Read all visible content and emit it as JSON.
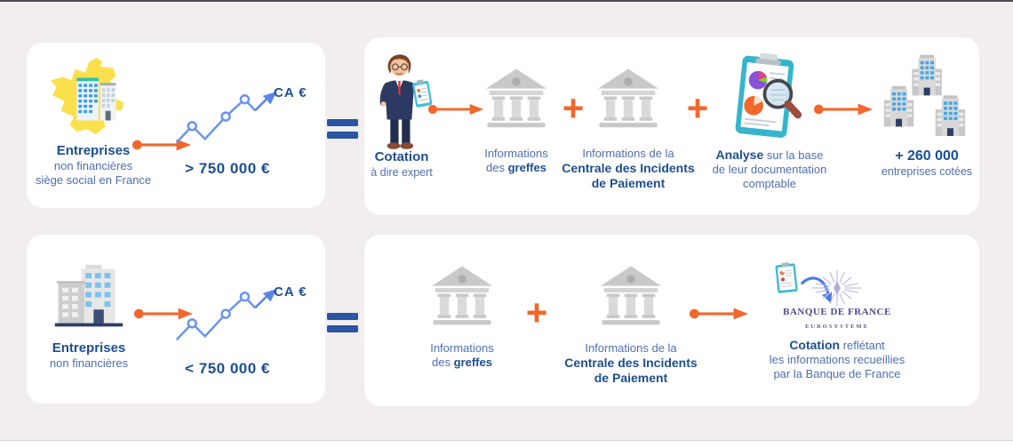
{
  "palette": {
    "page_bg": "#f2edee",
    "card_bg": "#ffffff",
    "heading_blue": "#1d4e91",
    "body_blue": "#4e6fb0",
    "orange": "#f2672c",
    "chart_blue": "#6b94ee",
    "equals_blue": "#2a55a2",
    "map_yellow": "#fbe04d",
    "logo_purple": "#4c4b94"
  },
  "operators": {
    "plus": "+",
    "equals": "="
  },
  "row1": {
    "segment": {
      "title": "Entreprises",
      "line2": "non financières",
      "line3": "siège social en France",
      "chart_label": "CA €",
      "threshold": "> 750 000 €"
    },
    "expert": {
      "title": "Cotation",
      "subtitle": "à dire expert"
    },
    "greffes": {
      "line1": "Informations",
      "line2_prefix": "des ",
      "line2_bold": "greffes"
    },
    "cip": {
      "line1": "Informations de la",
      "line2": "Centrale des Incidents",
      "line3": "de Paiement"
    },
    "analyse": {
      "bold": "Analyse",
      "line1_rest": " sur la base",
      "line2": "de leur documentation",
      "line3": "comptable"
    },
    "result": {
      "count": "+ 260 000",
      "label": "entreprises cotées"
    }
  },
  "row2": {
    "segment": {
      "title": "Entreprises",
      "line2": "non financières",
      "chart_label": "CA €",
      "threshold": "< 750 000 €"
    },
    "greffes": {
      "line1": "Informations",
      "line2_prefix": "des ",
      "line2_bold": "greffes"
    },
    "cip": {
      "line1": "Informations de la",
      "line2": "Centrale des Incidents",
      "line3": "de Paiement"
    },
    "logo": {
      "name": "BANQUE DE FRANCE",
      "subtitle": "EUROSYSTÈME"
    },
    "result": {
      "bold": "Cotation",
      "line1_rest": " reflétant",
      "line2": "les informations recueillies",
      "line3": "par la Banque de France"
    }
  }
}
